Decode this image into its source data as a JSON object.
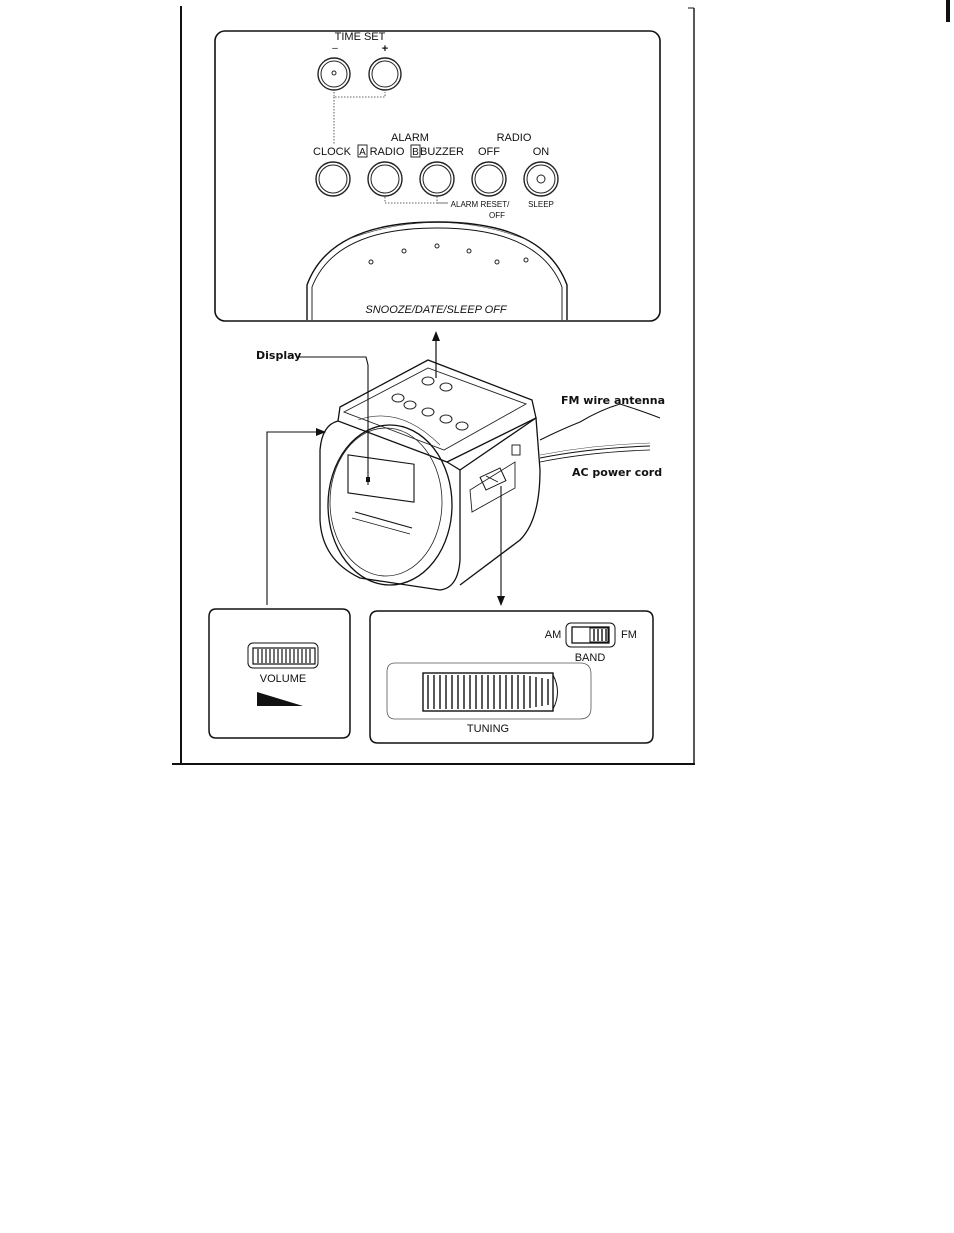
{
  "top_panel": {
    "time_set": "TIME SET",
    "minus": "–",
    "plus": "+",
    "alarm": "ALARM",
    "radio": "RADIO",
    "clock": "CLOCK",
    "a_label": "A",
    "radio_btn": "RADIO",
    "b_label": "B",
    "buzzer": "BUZZER",
    "off": "OFF",
    "on": "ON",
    "alarm_reset_1": "ALARM RESET/",
    "alarm_reset_2": "OFF",
    "sleep": "SLEEP",
    "snooze": "SNOOZE/DATE/SLEEP OFF"
  },
  "callouts": {
    "display": "Display",
    "fm_antenna": "FM wire antenna",
    "ac_cord": "AC power cord"
  },
  "volume_panel": {
    "label": "VOLUME"
  },
  "tuning_panel": {
    "am": "AM",
    "fm": "FM",
    "band": "BAND",
    "tuning": "TUNING"
  }
}
